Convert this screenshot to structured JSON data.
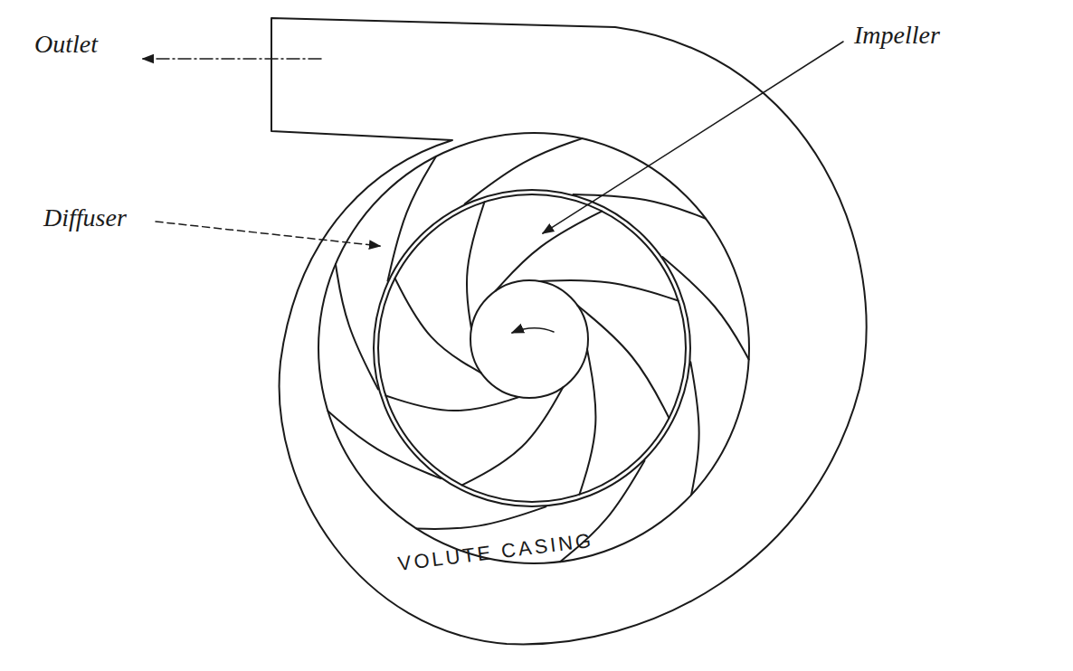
{
  "diagram": {
    "labels": [
      "Outlet",
      "Impeller",
      "Diffuser",
      "VOLUTE CASING"
    ]
  }
}
